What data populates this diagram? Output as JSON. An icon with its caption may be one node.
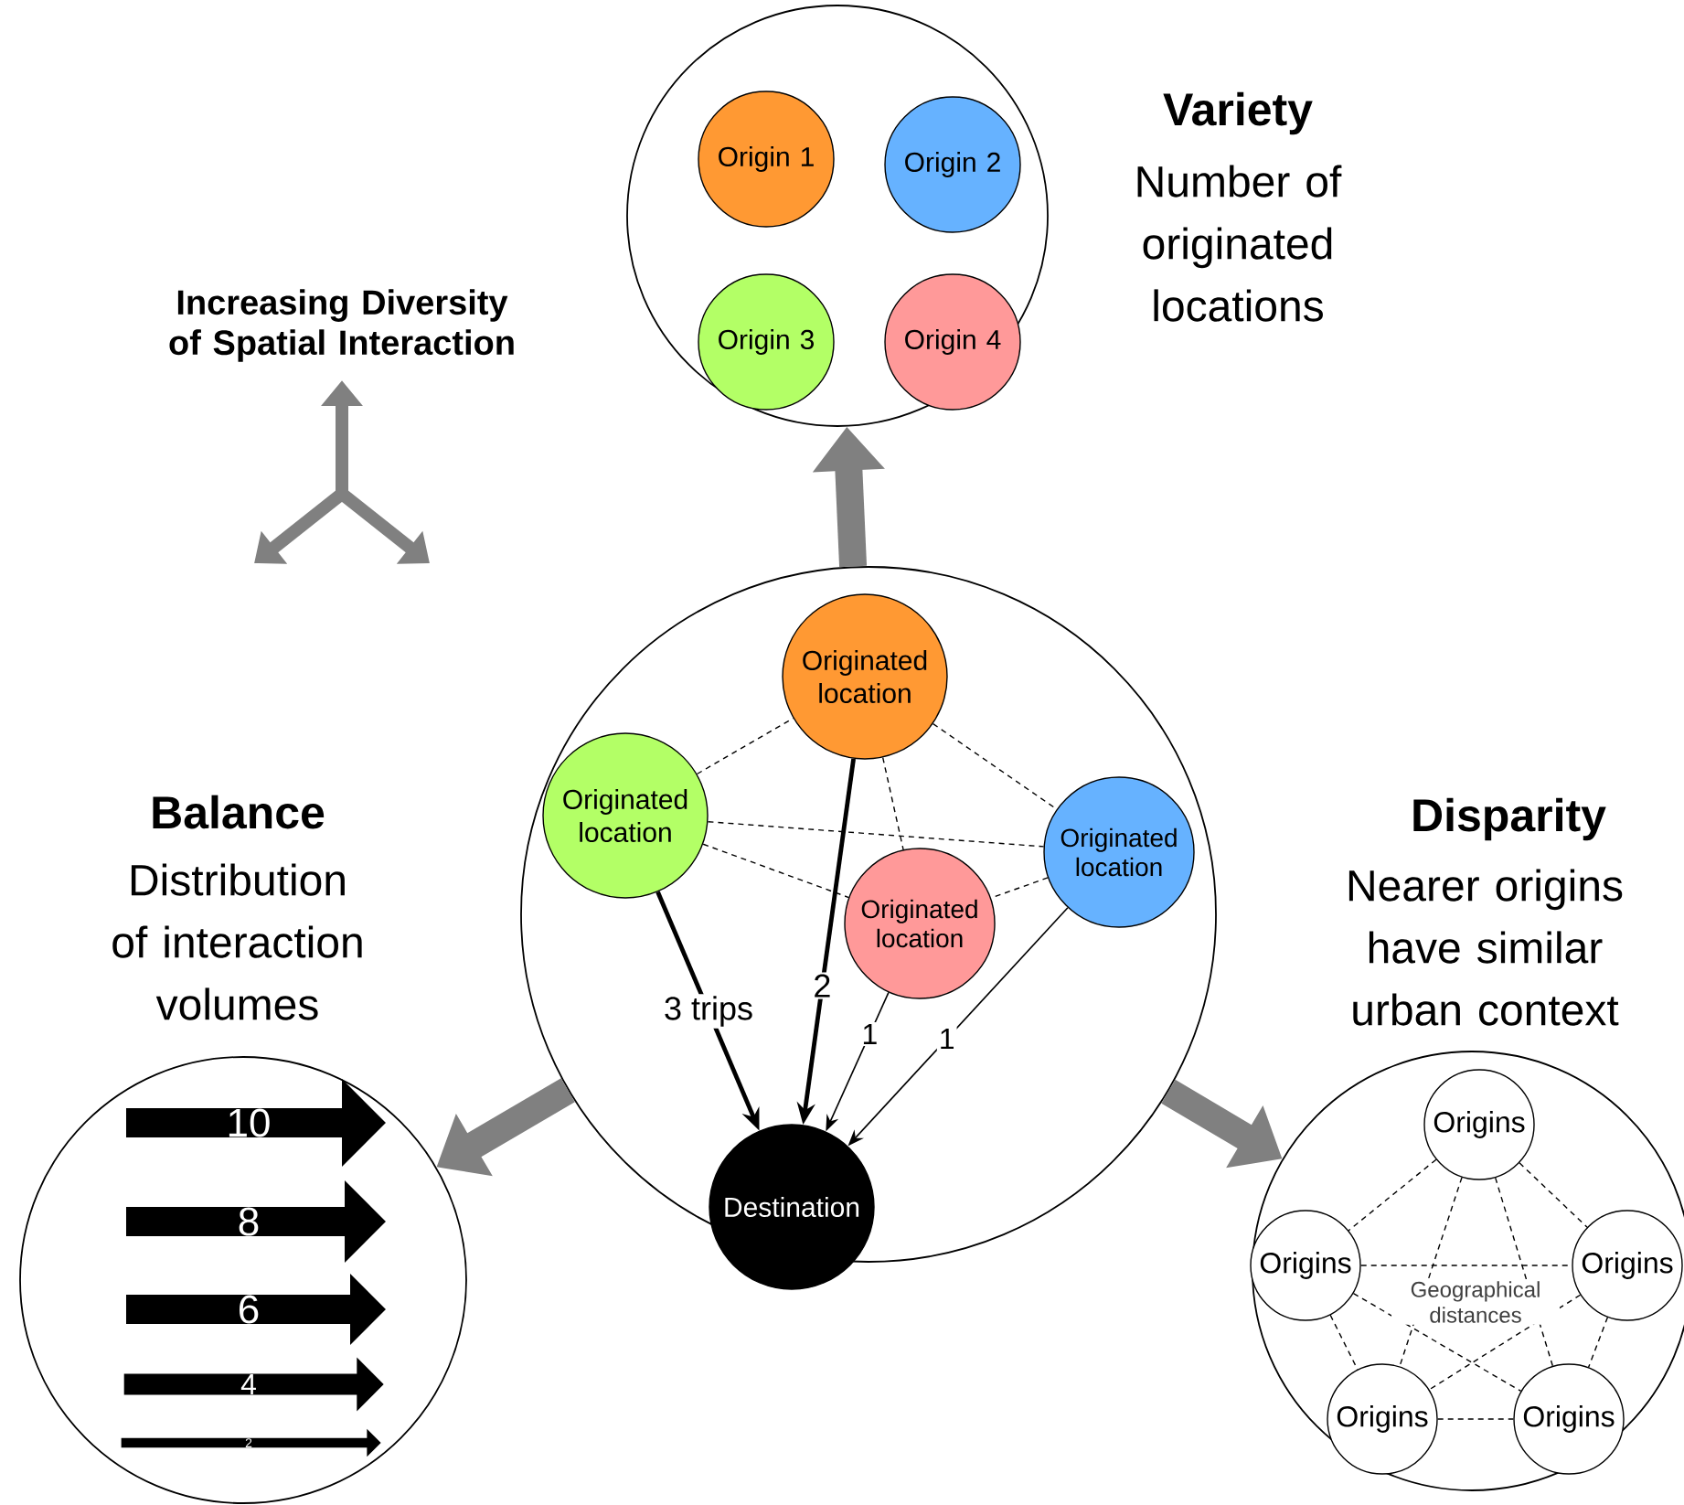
{
  "diagram": {
    "nodes": [
      {
        "text": [
          "Variety",
          "Number of originated locations"
        ]
      },
      {
        "text": [
          "Origin 1"
        ],
        "in": 0
      },
      {
        "text": [
          "Origin 2"
        ],
        "in": 0
      },
      {
        "text": [
          "Origin 3"
        ],
        "in": 0
      },
      {
        "text": [
          "Origin 4"
        ],
        "in": 0
      },
      {
        "text": [],
        "shape": "circle"
      },
      {
        "text": [
          "Originated location"
        ],
        "in": 5
      },
      {
        "text": [
          "Originated location"
        ],
        "in": 5
      },
      {
        "text": [
          "Originated location"
        ],
        "in": 5
      },
      {
        "text": [
          "Originated location"
        ],
        "in": 5
      },
      {
        "text": [
          "Destination"
        ],
        "in": 5
      },
      {
        "text": [
          "Balance",
          "Distribution of interaction volumes"
        ]
      },
      {
        "text": [
          "10"
        ],
        "in": 11
      },
      {
        "text": [
          "8"
        ],
        "in": 11
      },
      {
        "text": [
          "6"
        ],
        "in": 11
      },
      {
        "text": [
          "4"
        ],
        "in": 11
      },
      {
        "text": [
          "2"
        ],
        "in": 11
      },
      {
        "text": [
          "Disparity",
          "Nearer origins have similar urban context"
        ]
      },
      {
        "text": [
          "Origins"
        ],
        "in": 17
      },
      {
        "text": [
          "Origins"
        ],
        "in": 17
      },
      {
        "text": [
          "Origins"
        ],
        "in": 17
      },
      {
        "text": [
          "Origins"
        ],
        "in": 17
      },
      {
        "text": [
          "Origins"
        ],
        "in": 17
      }
    ],
    "edges": [
      {
        "from": 5,
        "to": 0,
        "arrow": "to",
        "style": "thick",
        "color": "#808080"
      },
      {
        "from": 5,
        "to": 11,
        "arrow": "to",
        "style": "thick",
        "color": "#808080"
      },
      {
        "from": 5,
        "to": 17,
        "arrow": "to",
        "style": "thick",
        "color": "#808080"
      },
      {
        "from": 7,
        "to": 6,
        "arrow": "none",
        "style": "dashed"
      },
      {
        "from": 7,
        "to": 8,
        "arrow": "none",
        "style": "dashed"
      },
      {
        "from": 7,
        "to": 9,
        "arrow": "none",
        "style": "dashed"
      },
      {
        "from": 6,
        "to": 8,
        "arrow": "none",
        "style": "dashed"
      },
      {
        "from": 6,
        "to": 9,
        "arrow": "none",
        "style": "dashed"
      },
      {
        "from": 8,
        "to": 9,
        "arrow": "none",
        "style": "dashed"
      },
      {
        "from": 7,
        "to": 10,
        "arrow": "to",
        "style": "thick",
        "label": "3 trips"
      },
      {
        "from": 6,
        "to": 10,
        "arrow": "to",
        "style": "thick",
        "label": "2"
      },
      {
        "from": 9,
        "to": 10,
        "arrow": "to",
        "label": "1"
      },
      {
        "from": 8,
        "to": 10,
        "arrow": "to",
        "label": "1"
      },
      {
        "from": 18,
        "to": 19,
        "arrow": "none",
        "style": "dashed"
      },
      {
        "from": 18,
        "to": 20,
        "arrow": "none",
        "style": "dashed"
      },
      {
        "from": 18,
        "to": 21,
        "arrow": "none",
        "style": "dashed"
      },
      {
        "from": 18,
        "to": 22,
        "arrow": "none",
        "style": "dashed"
      },
      {
        "from": 19,
        "to": 20,
        "arrow": "none",
        "style": "dashed"
      },
      {
        "from": 19,
        "to": 21,
        "arrow": "none",
        "style": "dashed"
      },
      {
        "from": 19,
        "to": 22,
        "arrow": "none",
        "style": "dashed"
      },
      {
        "from": 20,
        "to": 21,
        "arrow": "none",
        "style": "dashed"
      },
      {
        "from": 20,
        "to": 22,
        "arrow": "none",
        "style": "dashed"
      },
      {
        "from": 21,
        "to": 22,
        "arrow": "none",
        "style": "dashed"
      }
    ],
    "labels": [
      "Increasing Diversity of Spatial Interaction",
      "Geographical distances"
    ]
  }
}
